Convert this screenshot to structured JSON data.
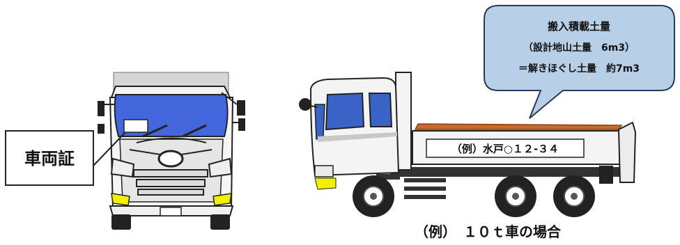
{
  "labels": {
    "permit_callout": "車両証",
    "plate": "（例）水戸○１２-３４",
    "caption": "（例）　１０ｔ車の場合"
  },
  "speech_bubble": {
    "line1": "搬入積載土量",
    "line2": "（設計地山土量　6m3）",
    "line3": "＝解きほぐし土量　約7m3"
  },
  "icons": [
    "truck-front-icon",
    "dump-truck-side-icon"
  ],
  "colors": {
    "windshield": "#4466dd",
    "fog_light": "#f2ef00",
    "bubble_fill": "#b8cfe8",
    "bubble_stroke": "#2b3a55",
    "cargo_soil": "#c96a2a",
    "outline": "#222222"
  }
}
